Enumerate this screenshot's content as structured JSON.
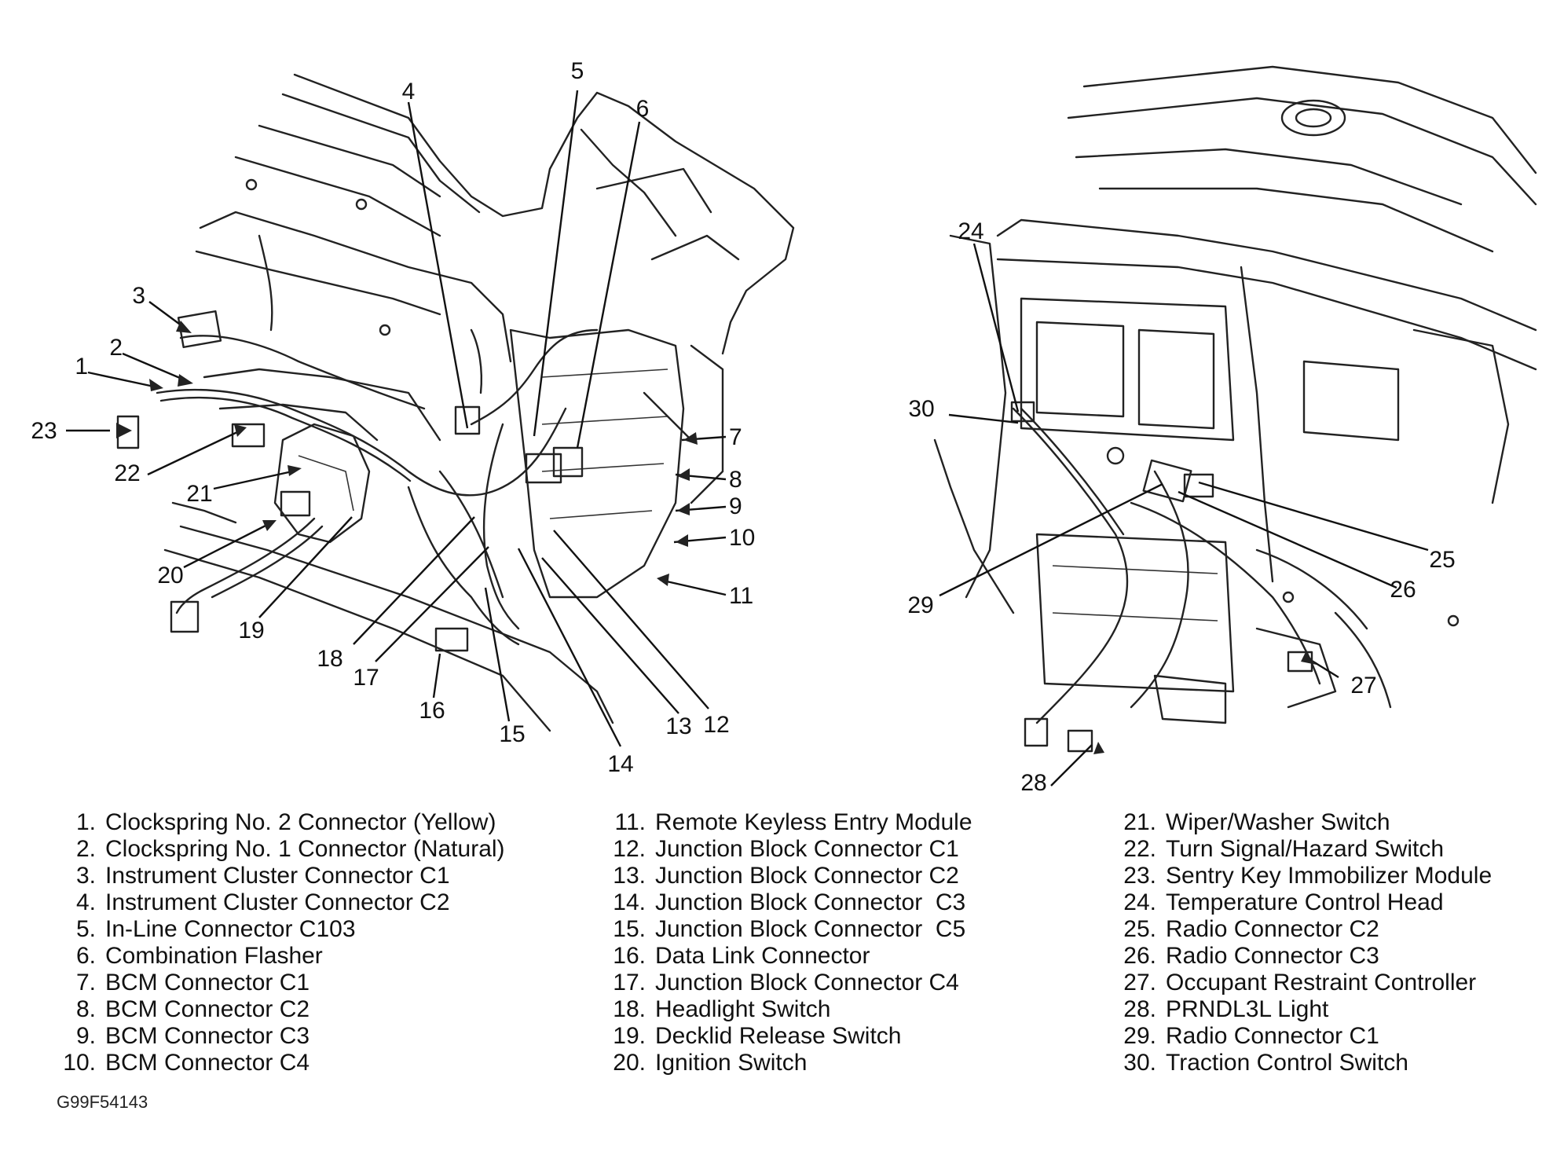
{
  "callouts": [
    {
      "n": "1"
    },
    {
      "n": "2"
    },
    {
      "n": "3"
    },
    {
      "n": "4"
    },
    {
      "n": "5"
    },
    {
      "n": "6"
    },
    {
      "n": "7"
    },
    {
      "n": "8"
    },
    {
      "n": "9"
    },
    {
      "n": "10"
    },
    {
      "n": "11"
    },
    {
      "n": "12"
    },
    {
      "n": "13"
    },
    {
      "n": "14"
    },
    {
      "n": "15"
    },
    {
      "n": "16"
    },
    {
      "n": "17"
    },
    {
      "n": "18"
    },
    {
      "n": "19"
    },
    {
      "n": "20"
    },
    {
      "n": "21"
    },
    {
      "n": "22"
    },
    {
      "n": "23"
    },
    {
      "n": "24"
    },
    {
      "n": "25"
    },
    {
      "n": "26"
    },
    {
      "n": "27"
    },
    {
      "n": "28"
    },
    {
      "n": "29"
    },
    {
      "n": "30"
    }
  ],
  "legend": [
    [
      {
        "num": "1.",
        "label": "Clockspring No. 2 Connector (Yellow)"
      },
      {
        "num": "2.",
        "label": "Clockspring No. 1 Connector (Natural)"
      },
      {
        "num": "3.",
        "label": "Instrument Cluster Connector C1"
      },
      {
        "num": "4.",
        "label": "Instrument Cluster Connector C2"
      },
      {
        "num": "5.",
        "label": "In-Line Connector C103"
      },
      {
        "num": "6.",
        "label": "Combination Flasher"
      },
      {
        "num": "7.",
        "label": "BCM Connector C1"
      },
      {
        "num": "8.",
        "label": "BCM Connector C2"
      },
      {
        "num": "9.",
        "label": "BCM Connector C3"
      },
      {
        "num": "10.",
        "label": "BCM Connector C4"
      }
    ],
    [
      {
        "num": "11.",
        "label": "Remote Keyless Entry Module"
      },
      {
        "num": "12.",
        "label": "Junction Block Connector C1"
      },
      {
        "num": "13.",
        "label": "Junction Block Connector C2"
      },
      {
        "num": "14.",
        "label": "Junction Block Connector  C3"
      },
      {
        "num": "15.",
        "label": "Junction Block Connector  C5"
      },
      {
        "num": "16.",
        "label": "Data Link Connector"
      },
      {
        "num": "17.",
        "label": "Junction Block Connector C4"
      },
      {
        "num": "18.",
        "label": "Headlight Switch"
      },
      {
        "num": "19.",
        "label": "Decklid Release Switch"
      },
      {
        "num": "20.",
        "label": "Ignition Switch"
      }
    ],
    [
      {
        "num": "21.",
        "label": "Wiper/Washer Switch"
      },
      {
        "num": "22.",
        "label": "Turn Signal/Hazard Switch"
      },
      {
        "num": "23.",
        "label": "Sentry Key Immobilizer Module"
      },
      {
        "num": "24.",
        "label": "Temperature Control Head"
      },
      {
        "num": "25.",
        "label": "Radio Connector C2"
      },
      {
        "num": "26.",
        "label": "Radio Connector C3"
      },
      {
        "num": "27.",
        "label": "Occupant Restraint Controller"
      },
      {
        "num": "28.",
        "label": "PRNDL3L Light"
      },
      {
        "num": "29.",
        "label": "Radio Connector C1"
      },
      {
        "num": "30.",
        "label": "Traction Control Switch"
      }
    ]
  ],
  "figure_code": "G99F54143"
}
